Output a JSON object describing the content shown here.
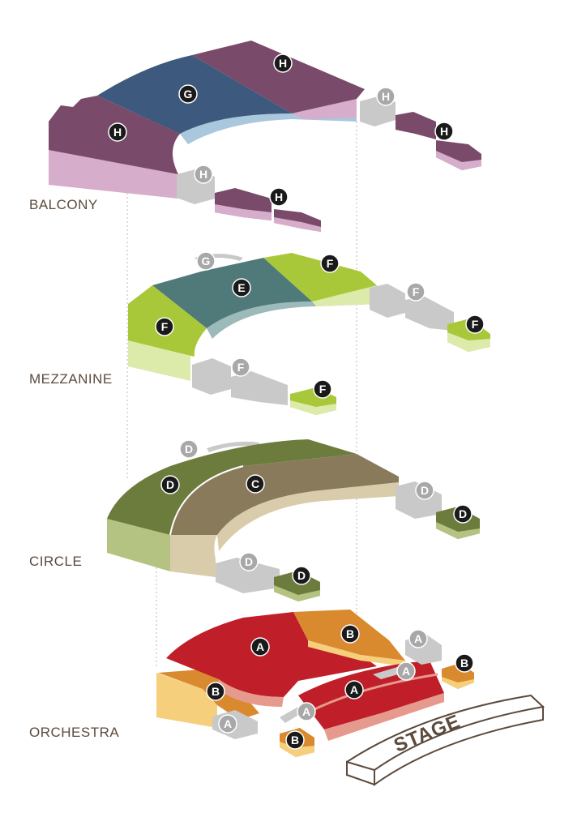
{
  "levels": {
    "balcony": "BALCONY",
    "mezzanine": "MEZZANINE",
    "circle": "CIRCLE",
    "orchestra": "ORCHESTRA"
  },
  "stage_label": "STAGE",
  "colors": {
    "balcony_h_top": "#7a4a6a",
    "balcony_h_side": "#d6aecb",
    "balcony_g_top": "#3d5a7e",
    "balcony_g_front": "#a9c7dd",
    "mezz_f_top": "#a8c83a",
    "mezz_f_side": "#dcebaa",
    "mezz_e_top": "#4f7a79",
    "mezz_e_front": "#9cbab9",
    "circle_d_top": "#6c7c3c",
    "circle_d_side": "#b5c382",
    "circle_c_top": "#8a7a5c",
    "circle_c_side": "#d9ccab",
    "orch_a_top": "#c01f2a",
    "orch_a_side": "#e69a8e",
    "orch_b_top": "#d98a2e",
    "orch_b_side": "#f6cf7c",
    "box_top": "#c9c9c9",
    "box_side": "#9d9d9d",
    "label_dark": "#1a1a1a",
    "label_light": "#a8a8a8"
  },
  "sections": [
    {
      "id": "balcony-h-right",
      "letter": "H"
    },
    {
      "id": "balcony-g",
      "letter": "G"
    },
    {
      "id": "balcony-h-left",
      "letter": "H"
    },
    {
      "id": "balcony-h-box-right",
      "letter": "H"
    },
    {
      "id": "balcony-h-tier-right",
      "letter": "H"
    },
    {
      "id": "balcony-h-box-left",
      "letter": "H"
    },
    {
      "id": "balcony-h-tier-left",
      "letter": "H"
    },
    {
      "id": "mezzanine-g-rail",
      "letter": "G"
    },
    {
      "id": "mezzanine-f-right",
      "letter": "F"
    },
    {
      "id": "mezzanine-e",
      "letter": "E"
    },
    {
      "id": "mezzanine-f-left",
      "letter": "F"
    },
    {
      "id": "mezzanine-f-box-right",
      "letter": "F"
    },
    {
      "id": "mezzanine-f-tier-right",
      "letter": "F"
    },
    {
      "id": "mezzanine-f-box-left",
      "letter": "F"
    },
    {
      "id": "mezzanine-f-tier-left",
      "letter": "F"
    },
    {
      "id": "circle-d-rail",
      "letter": "D"
    },
    {
      "id": "circle-d-outer",
      "letter": "D"
    },
    {
      "id": "circle-c",
      "letter": "C"
    },
    {
      "id": "circle-d-box-right",
      "letter": "D"
    },
    {
      "id": "circle-d-tier-right",
      "letter": "D"
    },
    {
      "id": "circle-d-box-left",
      "letter": "D"
    },
    {
      "id": "circle-d-tier-left",
      "letter": "D"
    },
    {
      "id": "orchestra-a-rear",
      "letter": "A"
    },
    {
      "id": "orchestra-b-rear-right",
      "letter": "B"
    },
    {
      "id": "orchestra-a-box-rear-right",
      "letter": "A"
    },
    {
      "id": "orchestra-b-box-right",
      "letter": "B"
    },
    {
      "id": "orchestra-a-rail-right",
      "letter": "A"
    },
    {
      "id": "orchestra-a-front",
      "letter": "A"
    },
    {
      "id": "orchestra-b-left",
      "letter": "B"
    },
    {
      "id": "orchestra-a-rail-left",
      "letter": "A"
    },
    {
      "id": "orchestra-a-box-left",
      "letter": "A"
    },
    {
      "id": "orchestra-b-box-front",
      "letter": "B"
    }
  ]
}
